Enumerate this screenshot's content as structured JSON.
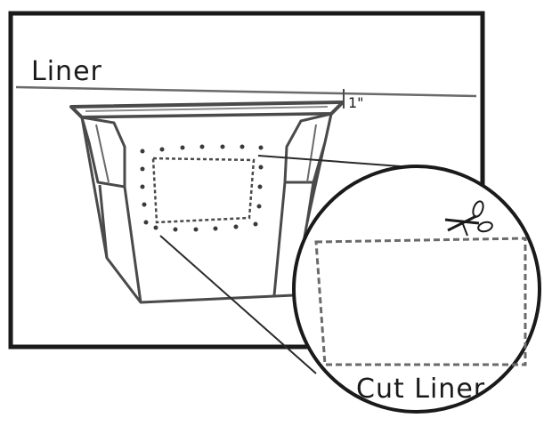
{
  "diagram": {
    "liner_label": "Liner",
    "measurement_label": "1\"",
    "cut_label": "Cut Liner",
    "icons": {
      "scissors": "scissors-icon"
    }
  }
}
